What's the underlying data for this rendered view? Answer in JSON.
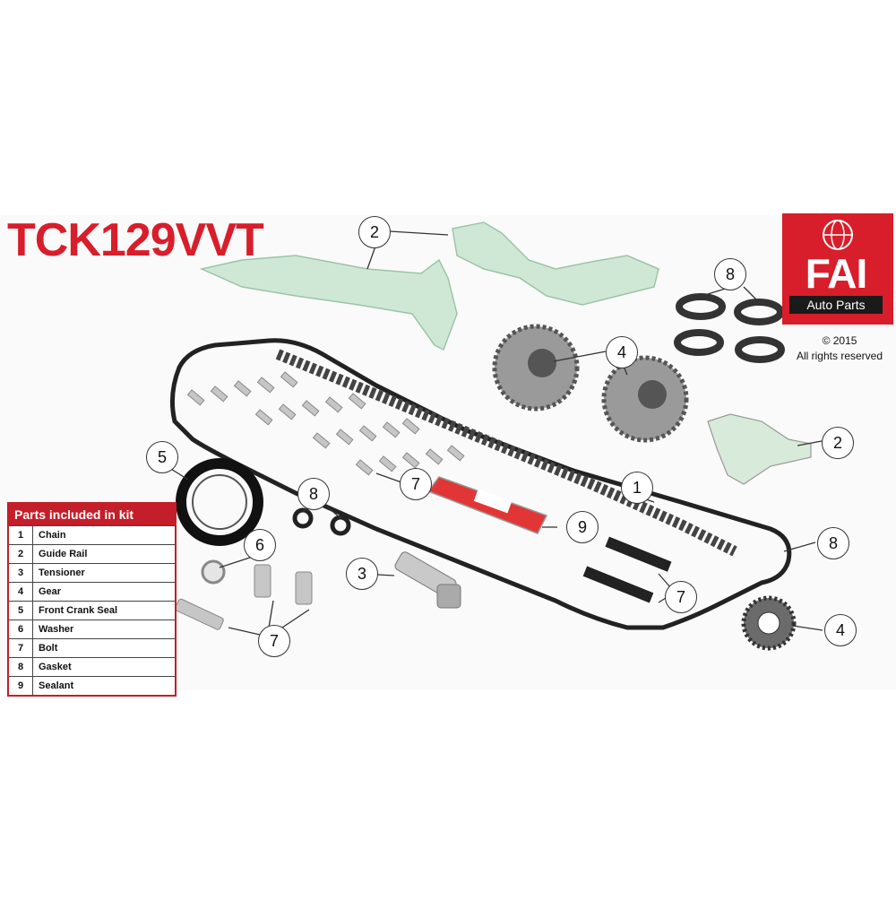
{
  "title": "TCK129VVT",
  "brand": {
    "logo_main": "FAI",
    "logo_sub": "Auto Parts",
    "copyright": "© 2015",
    "rights": "All rights reserved",
    "red": "#d81e2a"
  },
  "parts_table": {
    "heading": "Parts included in kit",
    "rows": [
      {
        "num": "1",
        "name": "Chain"
      },
      {
        "num": "2",
        "name": "Guide Rail"
      },
      {
        "num": "3",
        "name": "Tensioner"
      },
      {
        "num": "4",
        "name": "Gear"
      },
      {
        "num": "5",
        "name": "Front Crank Seal"
      },
      {
        "num": "6",
        "name": "Washer"
      },
      {
        "num": "7",
        "name": "Bolt"
      },
      {
        "num": "8",
        "name": "Gasket"
      },
      {
        "num": "9",
        "name": "Sealant"
      }
    ]
  },
  "callouts": {
    "guide_rail_top": "2",
    "gasket_rings": "8",
    "gear_cam": "4",
    "guide_rail_right": "2",
    "chain": "1",
    "bolts_group": "7",
    "crank_seal": "5",
    "small_gaskets": "8",
    "sealant": "9",
    "washer": "6",
    "tensioner": "3",
    "bolts_long": "7",
    "cover_gasket": "8",
    "gear_crank": "4",
    "bolts_small": "7"
  }
}
